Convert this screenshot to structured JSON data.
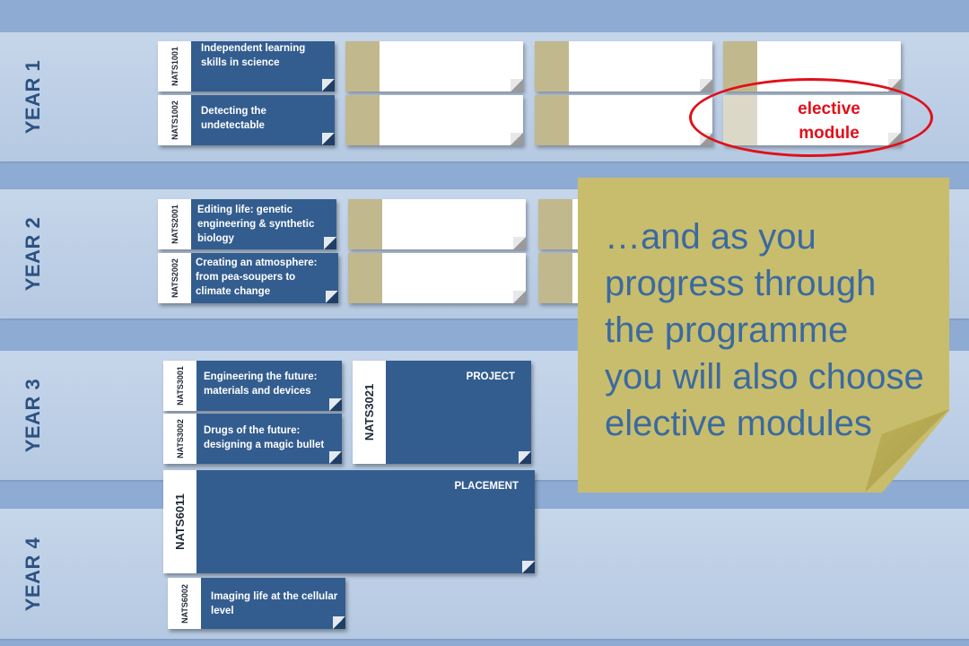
{
  "years": [
    {
      "label": "YEAR 1"
    },
    {
      "label": "YEAR 2"
    },
    {
      "label": "YEAR 3"
    },
    {
      "label": "YEAR 4"
    }
  ],
  "modules": {
    "nats1001": {
      "code": "NATS1001",
      "title": "Independent learning skills in science"
    },
    "nats1002": {
      "code": "NATS1002",
      "title": "Detecting the undetectable"
    },
    "nats2001": {
      "code": "NATS2001",
      "title": "Editing life: genetic engineering & synthetic biology"
    },
    "nats2002": {
      "code": "NATS2002",
      "title": "Creating an atmosphere: from pea-soupers to climate change"
    },
    "nats3001": {
      "code": "NATS3001",
      "title": "Engineering the future: materials and devices"
    },
    "nats3002": {
      "code": "NATS3002",
      "title": "Drugs of the future: designing a magic bullet"
    },
    "nats3021": {
      "code": "NATS3021",
      "title": "PROJECT"
    },
    "nats6011": {
      "code": "NATS6011",
      "title": "PLACEMENT"
    },
    "nats6002": {
      "code": "NATS6002",
      "title": "Imaging life at the cellular level"
    }
  },
  "elective": {
    "line1": "elective",
    "line2": "module"
  },
  "note": {
    "line1": "…and as you",
    "line2": "progress through",
    "line3": "the programme",
    "line4": "you will also choose",
    "line5": "elective modules"
  },
  "colors": {
    "background": "#8eabd3",
    "band": "#c6d6ea",
    "module_blue": "#335d8f",
    "slot_tan": "#c2b88e",
    "elective_red": "#e0101a",
    "note_yellow": "#c8bd6c",
    "note_text": "#3b6aa0"
  }
}
